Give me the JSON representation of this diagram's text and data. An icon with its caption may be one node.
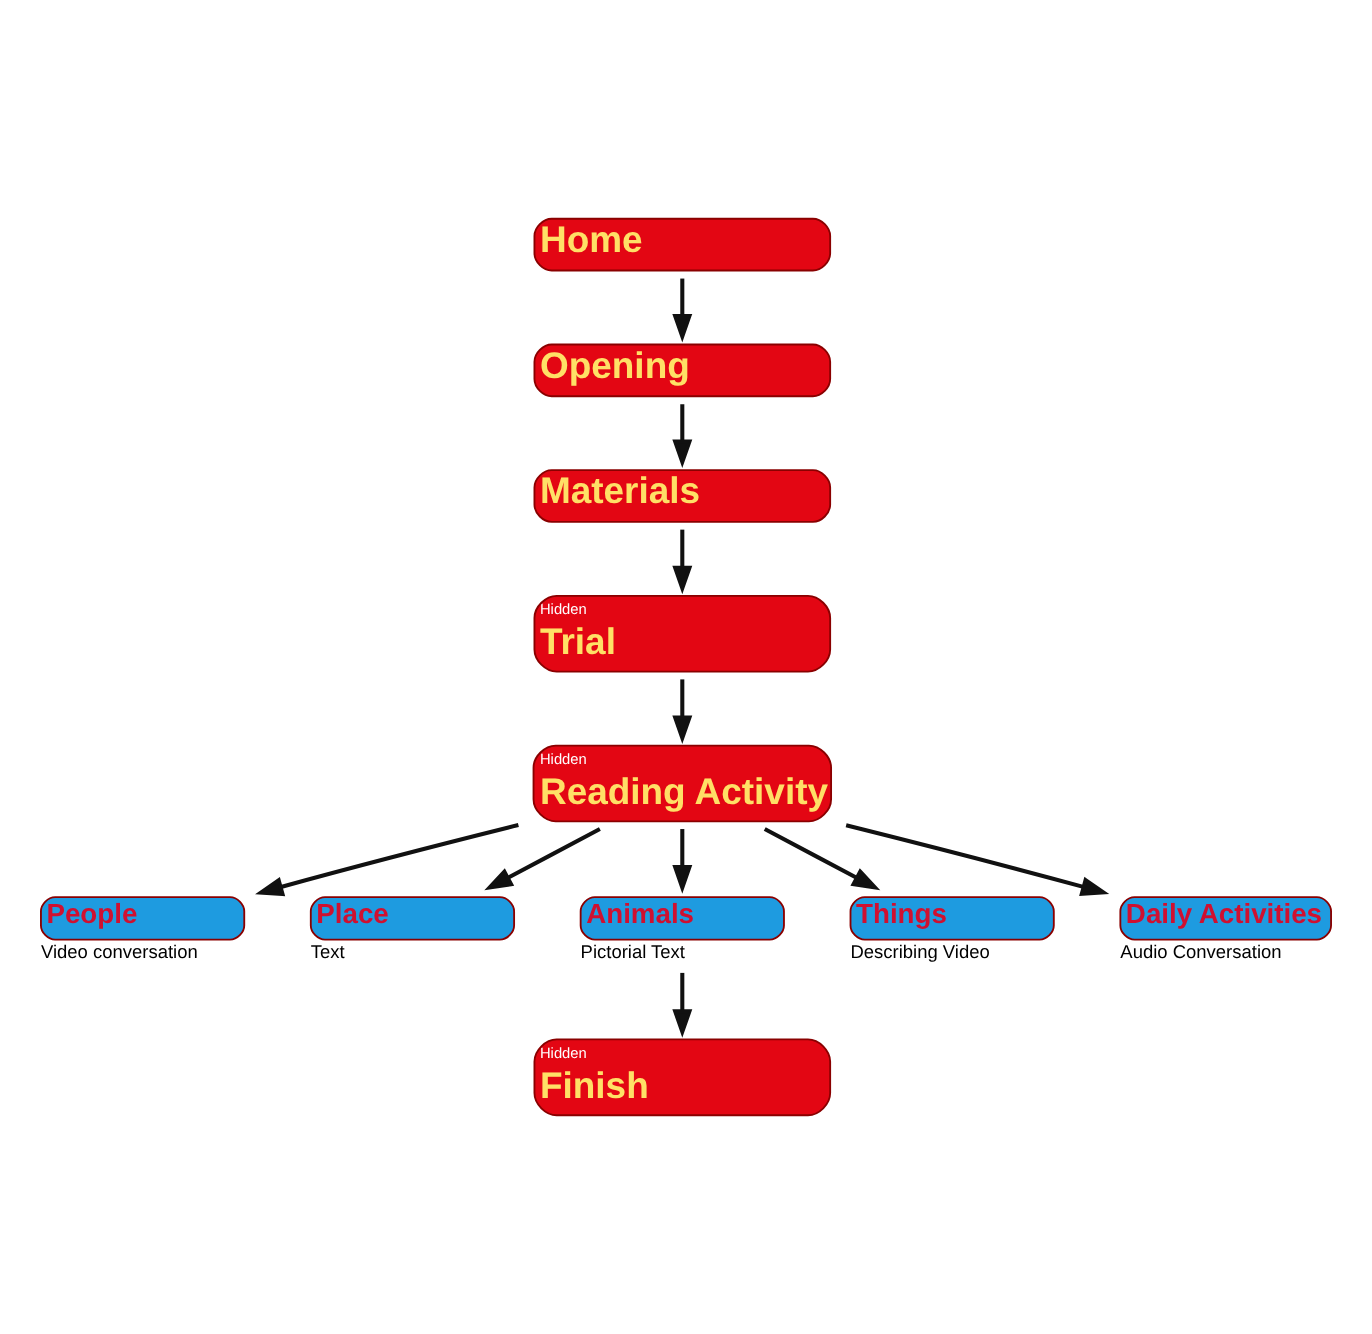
{
  "diagram": {
    "nodes": [
      {
        "text": [
          "Home"
        ]
      },
      {
        "text": [
          "Opening"
        ]
      },
      {
        "text": [
          "Materials"
        ]
      },
      {
        "text": [
          "Hidden",
          "Trial"
        ]
      },
      {
        "text": [
          "Hidden",
          "Reading Activity"
        ]
      },
      {
        "text": [
          "People"
        ],
        "beside": [
          "Video conversation"
        ]
      },
      {
        "text": [
          "Place"
        ],
        "beside": [
          "Text"
        ]
      },
      {
        "text": [
          "Animals"
        ],
        "beside": [
          "Pictorial Text"
        ]
      },
      {
        "text": [
          "Things"
        ],
        "beside": [
          "Describing Video"
        ]
      },
      {
        "text": [
          "Daily Activities"
        ],
        "beside": [
          "Audio Conversation"
        ]
      },
      {
        "text": [
          "Hidden",
          "Finish"
        ]
      }
    ],
    "edges": [
      {
        "from": 0,
        "to": 1,
        "arrow": "to"
      },
      {
        "from": 1,
        "to": 2,
        "arrow": "to"
      },
      {
        "from": 2,
        "to": 3,
        "arrow": "to"
      },
      {
        "from": 3,
        "to": 4,
        "arrow": "to"
      },
      {
        "from": 4,
        "to": 5,
        "arrow": "to"
      },
      {
        "from": 4,
        "to": 6,
        "arrow": "to"
      },
      {
        "from": 4,
        "to": 7,
        "arrow": "to"
      },
      {
        "from": 4,
        "to": 8,
        "arrow": "to"
      },
      {
        "from": 4,
        "to": 9,
        "arrow": "to"
      },
      {
        "from": 7,
        "to": 10,
        "arrow": "to"
      }
    ]
  }
}
